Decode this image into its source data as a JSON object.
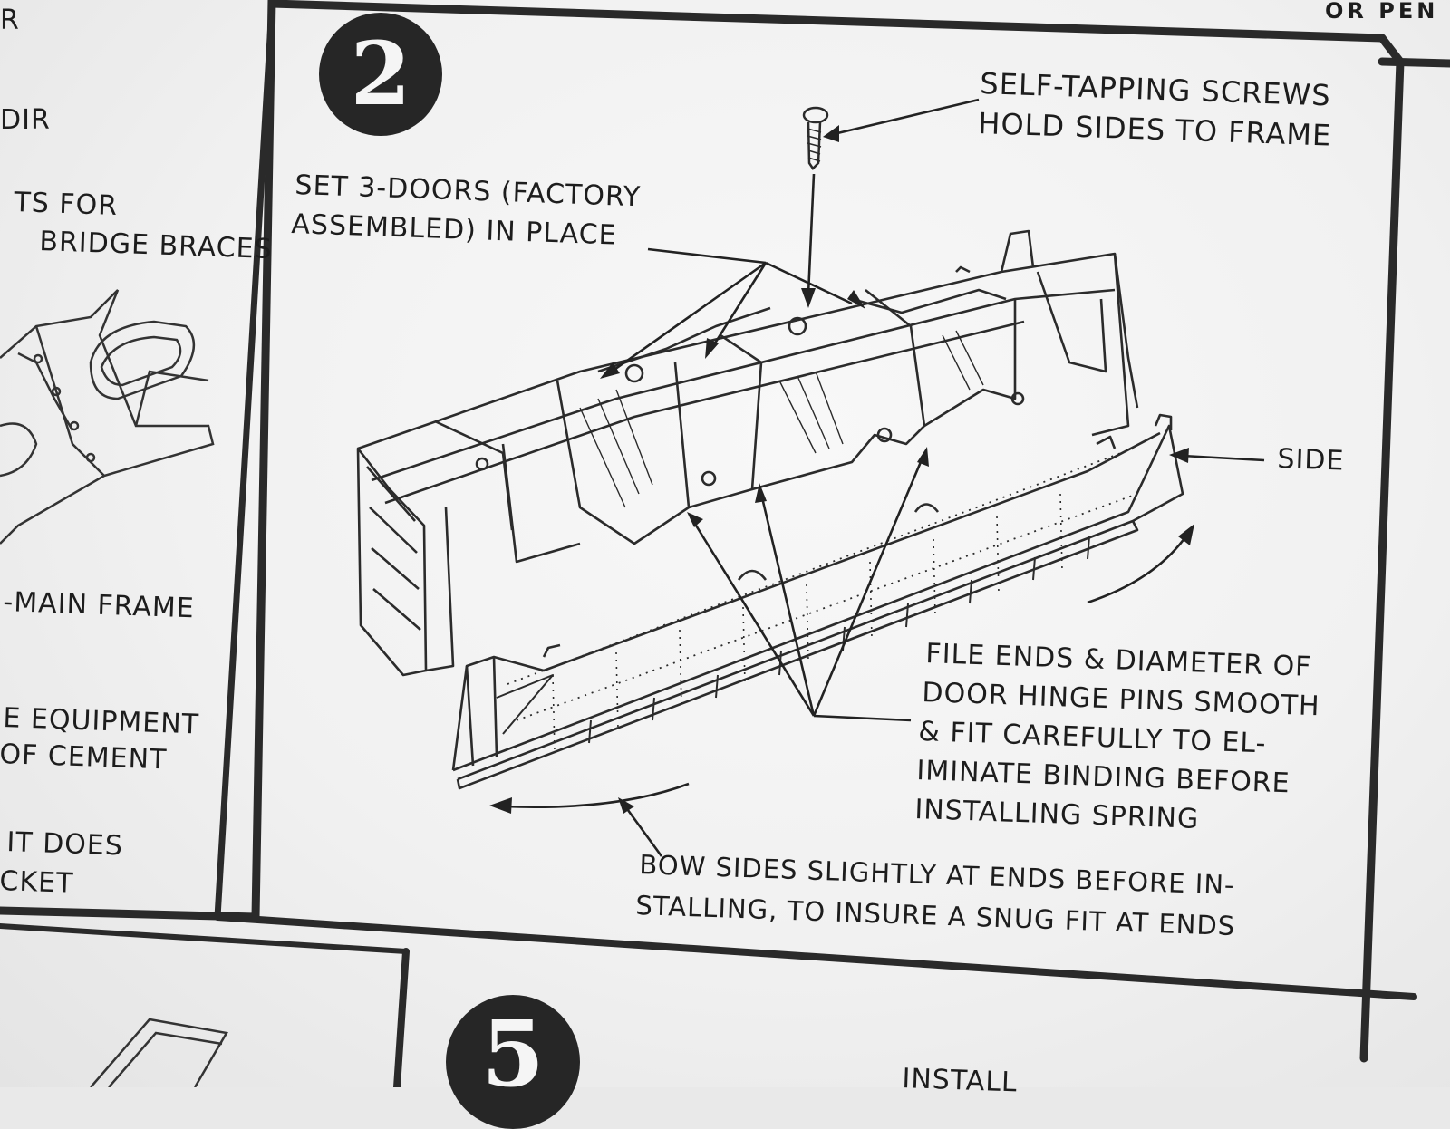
{
  "top_right_fragment": "OR PEN",
  "left_panel": {
    "lines": [
      "R",
      "DIR",
      "TS FOR",
      "BRIDGE BRACES",
      "-MAIN FRAME",
      "E EQUIPMENT",
      "OF CEMENT",
      "IT DOES",
      "CKET"
    ]
  },
  "step2": {
    "number": "2",
    "screws_label": [
      "SELF-TAPPING SCREWS",
      "HOLD SIDES TO FRAME"
    ],
    "doors_label": [
      "SET 3-DOORS (FACTORY",
      "ASSEMBLED) IN PLACE"
    ],
    "side_label": "SIDE",
    "file_label": [
      "FILE ENDS & DIAMETER OF",
      "DOOR HINGE PINS SMOOTH",
      "& FIT CAREFULLY TO EL-",
      "IMINATE BINDING BEFORE",
      "INSTALLING SPRING"
    ],
    "bow_label": [
      "BOW SIDES SLIGHTLY AT ENDS BEFORE IN-",
      "STALLING, TO INSURE A SNUG FIT AT ENDS"
    ]
  },
  "step5": {
    "number": "5",
    "partial_text": "INSTALL"
  }
}
